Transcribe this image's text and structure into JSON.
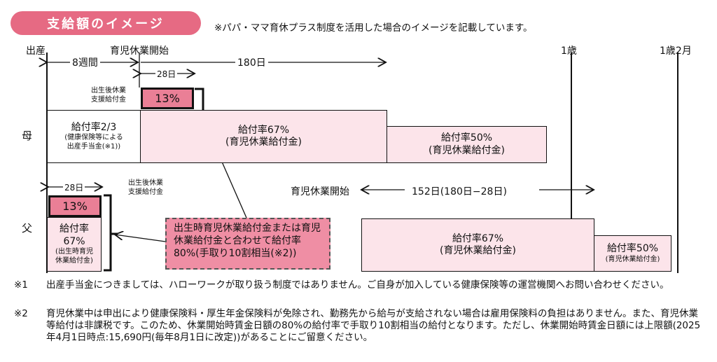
{
  "header": {
    "badge": "支給額のイメージ",
    "note": "※パパ・ママ育休プラス制度を活用した場合のイメージを記載しています。"
  },
  "timeline": {
    "birth": "出産",
    "leave_start": "育児休業開始",
    "one_year": "1歳",
    "one_year_two_months": "1歳2月",
    "weeks8": "8週間",
    "days180": "180日",
    "days28_mother": "28日",
    "days28_father": "28日",
    "father_leave_start": "育児休業開始",
    "days152": "152日(180日−28日)"
  },
  "rows": {
    "mother": "母",
    "father": "父"
  },
  "mother": {
    "support_label": "出生後休業\n支援給付金",
    "support_rate": "13%",
    "birth_title": "給付率2/3",
    "birth_sub": "(健康保険等による\n出産手当金(※1))",
    "rate67": "給付率67%",
    "rate67_sub": "(育児休業給付金)",
    "rate50": "給付率50%",
    "rate50_sub": "(育児休業給付金)"
  },
  "father": {
    "support_label": "出生後休業\n支援給付金",
    "support_rate": "13%",
    "birth_rate_title": "給付率\n67%",
    "birth_rate_sub": "(出生時育児\n休業給付金)",
    "rate67": "給付率67%",
    "rate67_sub": "(育児休業給付金)",
    "rate50": "給付率50%",
    "rate50_sub": "(育児休業給付金)"
  },
  "callout": "出生時育児休業給付金または育児休業給付金と合わせて給付率 80%(手取り10割相当(※2))",
  "footnotes": [
    {
      "mark": "※1",
      "text": "出産手当金につきましては、ハローワークが取り扱う制度ではありません。ご自身が加入している健康保険等の運営機関へお問い合わせください。"
    },
    {
      "mark": "※2",
      "text": "育児休業中は申出により健康保険料・厚生年金保険料が免除され、勤務先から給与が支給されない場合は雇用保険料の負担はありません。また、育児休業等給付は非課税です。このため、休業開始時賃金日額の80%の給付率で手取り10割相当の給付となります。ただし、休業開始時賃金日額には上限額(2025年4月1日時点:15,690円(毎年8月1日に改定))があることにご留意ください。"
    }
  ]
}
